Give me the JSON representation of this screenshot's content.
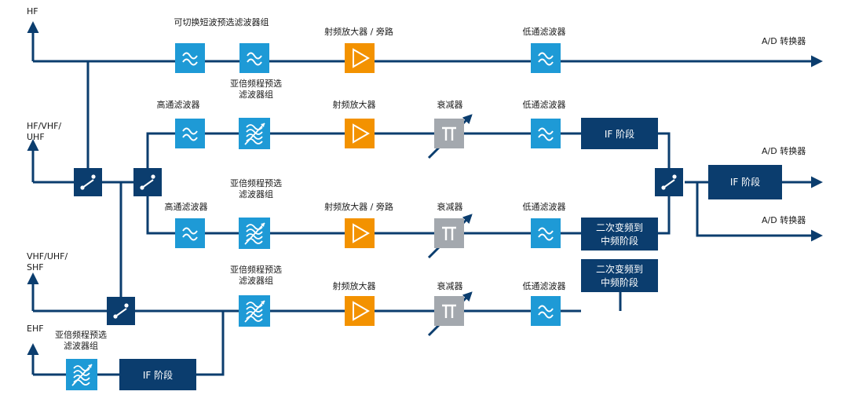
{
  "colors": {
    "wire": "#0b3d6e",
    "filter": "#1e9ad6",
    "amplifier": "#f39200",
    "attenuator": "#a3a8ae",
    "switch": "#0b3d6e",
    "if_block": "#0b3d6e"
  },
  "inputs": {
    "hf": "HF",
    "hf_vhf_uhf": [
      "HF/VHF/",
      "UHF"
    ],
    "vhf_uhf_shf": [
      "VHF/UHF/",
      "SHF"
    ],
    "ehf": "EHF"
  },
  "labels": {
    "switchable_sw_preselector": "可切换短波预选滤波器组",
    "sub_octave_preselector_2": [
      "亚倍频程预选",
      "滤波器组"
    ],
    "rf_amp_bypass": "射频放大器 / 旁路",
    "rf_amp": "射频放大器",
    "attenuator": "衰减器",
    "lowpass": "低通滤波器",
    "highpass": "高通滤波器",
    "ad_converter": "A/D 转换器",
    "if_stage": "IF 阶段",
    "second_conversion": [
      "二次变频到",
      "中频阶段"
    ]
  },
  "icons": {
    "filter": "filter-icon",
    "preselector": "preselector-icon",
    "amplifier": "amplifier-icon",
    "attenuator": "attenuator-icon",
    "switch": "switch-icon"
  }
}
